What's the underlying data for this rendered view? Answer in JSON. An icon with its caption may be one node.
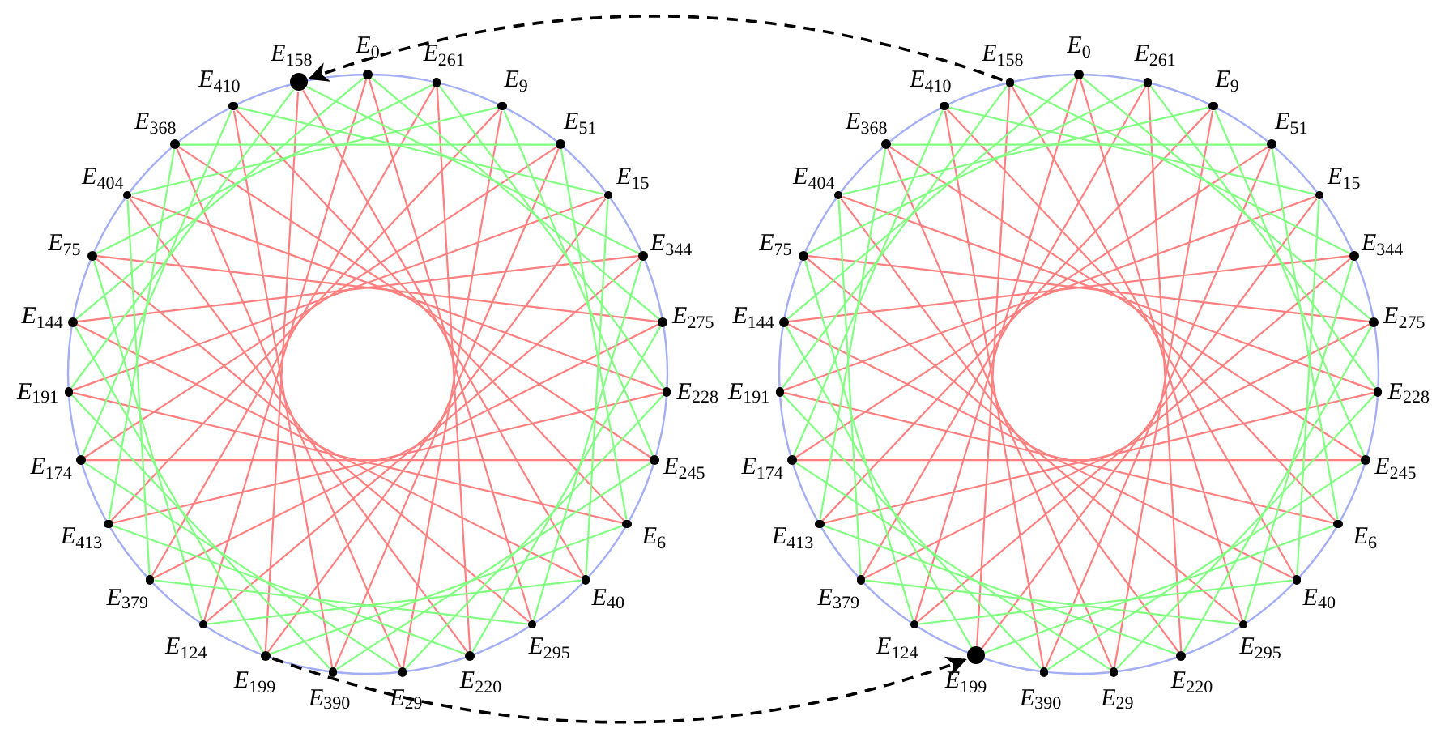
{
  "diagram": {
    "nodes": [
      {
        "text": [
          "*E*$_{0}$"
        ]
      },
      {
        "text": [
          "*E*$_{261}$"
        ]
      },
      {
        "text": [
          "*E*$_{9}$"
        ]
      },
      {
        "text": [
          "*E*$_{51}$"
        ]
      },
      {
        "text": [
          "*E*$_{15}$"
        ]
      },
      {
        "text": [
          "*E*$_{344}$"
        ]
      },
      {
        "text": [
          "*E*$_{275}$"
        ]
      },
      {
        "text": [
          "*E*$_{228}$"
        ]
      },
      {
        "text": [
          "*E*$_{245}$"
        ]
      },
      {
        "text": [
          "*E*$_{6}$"
        ]
      },
      {
        "text": [
          "*E*$_{40}$"
        ]
      },
      {
        "text": [
          "*E*$_{295}$"
        ]
      },
      {
        "text": [
          "*E*$_{220}$"
        ]
      },
      {
        "text": [
          "*E*$_{29}$"
        ]
      },
      {
        "text": [
          "*E*$_{390}$"
        ]
      },
      {
        "text": [
          "*E*$_{199}$"
        ]
      },
      {
        "text": [
          "*E*$_{124}$"
        ]
      },
      {
        "text": [
          "*E*$_{379}$"
        ]
      },
      {
        "text": [
          "*E*$_{413}$"
        ]
      },
      {
        "text": [
          "*E*$_{174}$"
        ]
      },
      {
        "text": [
          "*E*$_{191}$"
        ]
      },
      {
        "text": [
          "*E*$_{144}$"
        ]
      },
      {
        "text": [
          "*E*$_{75}$"
        ]
      },
      {
        "text": [
          "*E*$_{404}$"
        ]
      },
      {
        "text": [
          "*E*$_{368}$"
        ]
      },
      {
        "text": [
          "*E*$_{410}$"
        ]
      },
      {
        "text": [
          "*E*$_{158}$"
        ]
      },
      {
        "text": [
          "*E*$_{0}$"
        ]
      },
      {
        "text": [
          "*E*$_{261}$"
        ]
      },
      {
        "text": [
          "*E*$_{9}$"
        ]
      },
      {
        "text": [
          "*E*$_{51}$"
        ]
      },
      {
        "text": [
          "*E*$_{15}$"
        ]
      },
      {
        "text": [
          "*E*$_{344}$"
        ]
      },
      {
        "text": [
          "*E*$_{275}$"
        ]
      },
      {
        "text": [
          "*E*$_{228}$"
        ]
      },
      {
        "text": [
          "*E*$_{245}$"
        ]
      },
      {
        "text": [
          "*E*$_{6}$"
        ]
      },
      {
        "text": [
          "*E*$_{40}$"
        ]
      },
      {
        "text": [
          "*E*$_{295}$"
        ]
      },
      {
        "text": [
          "*E*$_{220}$"
        ]
      },
      {
        "text": [
          "*E*$_{29}$"
        ]
      },
      {
        "text": [
          "*E*$_{390}$"
        ]
      },
      {
        "text": [
          "*E*$_{199}$"
        ]
      },
      {
        "text": [
          "*E*$_{124}$"
        ]
      },
      {
        "text": [
          "*E*$_{379}$"
        ]
      },
      {
        "text": [
          "*E*$_{413}$"
        ]
      },
      {
        "text": [
          "*E*$_{174}$"
        ]
      },
      {
        "text": [
          "*E*$_{191}$"
        ]
      },
      {
        "text": [
          "*E*$_{144}$"
        ]
      },
      {
        "text": [
          "*E*$_{75}$"
        ]
      },
      {
        "text": [
          "*E*$_{404}$"
        ]
      },
      {
        "text": [
          "*E*$_{368}$"
        ]
      },
      {
        "text": [
          "*E*$_{410}$"
        ]
      },
      {
        "text": [
          "*E*$_{158}$"
        ]
      }
    ],
    "edges": [
      {
        "from": 0,
        "to": 11,
        "arrow": "none",
        "color": "#ff7f7f"
      },
      {
        "from": 1,
        "to": 12,
        "arrow": "none",
        "color": "#ff7f7f"
      },
      {
        "from": 2,
        "to": 13,
        "arrow": "none",
        "color": "#ff7f7f"
      },
      {
        "from": 3,
        "to": 14,
        "arrow": "none",
        "color": "#ff7f7f"
      },
      {
        "from": 4,
        "to": 15,
        "arrow": "none",
        "color": "#ff7f7f"
      },
      {
        "from": 5,
        "to": 16,
        "arrow": "none",
        "color": "#ff7f7f"
      },
      {
        "from": 6,
        "to": 17,
        "arrow": "none",
        "color": "#ff7f7f"
      },
      {
        "from": 7,
        "to": 18,
        "arrow": "none",
        "color": "#ff7f7f"
      },
      {
        "from": 8,
        "to": 19,
        "arrow": "none",
        "color": "#ff7f7f"
      },
      {
        "from": 9,
        "to": 20,
        "arrow": "none",
        "color": "#ff7f7f"
      },
      {
        "from": 10,
        "to": 21,
        "arrow": "none",
        "color": "#ff7f7f"
      },
      {
        "from": 11,
        "to": 22,
        "arrow": "none",
        "color": "#ff7f7f"
      },
      {
        "from": 12,
        "to": 23,
        "arrow": "none",
        "color": "#ff7f7f"
      },
      {
        "from": 13,
        "to": 24,
        "arrow": "none",
        "color": "#ff7f7f"
      },
      {
        "from": 14,
        "to": 25,
        "arrow": "none",
        "color": "#ff7f7f"
      },
      {
        "from": 15,
        "to": 26,
        "arrow": "none",
        "color": "#ff7f7f"
      },
      {
        "from": 16,
        "to": 0,
        "arrow": "none",
        "color": "#ff7f7f"
      },
      {
        "from": 17,
        "to": 1,
        "arrow": "none",
        "color": "#ff7f7f"
      },
      {
        "from": 18,
        "to": 2,
        "arrow": "none",
        "color": "#ff7f7f"
      },
      {
        "from": 19,
        "to": 3,
        "arrow": "none",
        "color": "#ff7f7f"
      },
      {
        "from": 20,
        "to": 4,
        "arrow": "none",
        "color": "#ff7f7f"
      },
      {
        "from": 21,
        "to": 5,
        "arrow": "none",
        "color": "#ff7f7f"
      },
      {
        "from": 22,
        "to": 6,
        "arrow": "none",
        "color": "#ff7f7f"
      },
      {
        "from": 23,
        "to": 7,
        "arrow": "none",
        "color": "#ff7f7f"
      },
      {
        "from": 24,
        "to": 8,
        "arrow": "none",
        "color": "#ff7f7f"
      },
      {
        "from": 25,
        "to": 9,
        "arrow": "none",
        "color": "#ff7f7f"
      },
      {
        "from": 26,
        "to": 10,
        "arrow": "none",
        "color": "#ff7f7f"
      },
      {
        "from": 0,
        "to": 6,
        "arrow": "none",
        "color": "#80ff80"
      },
      {
        "from": 1,
        "to": 7,
        "arrow": "none",
        "color": "#80ff80"
      },
      {
        "from": 2,
        "to": 8,
        "arrow": "none",
        "color": "#80ff80"
      },
      {
        "from": 3,
        "to": 9,
        "arrow": "none",
        "color": "#80ff80"
      },
      {
        "from": 4,
        "to": 10,
        "arrow": "none",
        "color": "#80ff80"
      },
      {
        "from": 5,
        "to": 11,
        "arrow": "none",
        "color": "#80ff80"
      },
      {
        "from": 6,
        "to": 12,
        "arrow": "none",
        "color": "#80ff80"
      },
      {
        "from": 7,
        "to": 13,
        "arrow": "none",
        "color": "#80ff80"
      },
      {
        "from": 8,
        "to": 14,
        "arrow": "none",
        "color": "#80ff80"
      },
      {
        "from": 9,
        "to": 15,
        "arrow": "none",
        "color": "#80ff80"
      },
      {
        "from": 10,
        "to": 16,
        "arrow": "none",
        "color": "#80ff80"
      },
      {
        "from": 11,
        "to": 17,
        "arrow": "none",
        "color": "#80ff80"
      },
      {
        "from": 12,
        "to": 18,
        "arrow": "none",
        "color": "#80ff80"
      },
      {
        "from": 13,
        "to": 19,
        "arrow": "none",
        "color": "#80ff80"
      },
      {
        "from": 14,
        "to": 20,
        "arrow": "none",
        "color": "#80ff80"
      },
      {
        "from": 15,
        "to": 21,
        "arrow": "none",
        "color": "#80ff80"
      },
      {
        "from": 16,
        "to": 22,
        "arrow": "none",
        "color": "#80ff80"
      },
      {
        "from": 17,
        "to": 23,
        "arrow": "none",
        "color": "#80ff80"
      },
      {
        "from": 18,
        "to": 24,
        "arrow": "none",
        "color": "#80ff80"
      },
      {
        "from": 19,
        "to": 25,
        "arrow": "none",
        "color": "#80ff80"
      },
      {
        "from": 20,
        "to": 26,
        "arrow": "none",
        "color": "#80ff80"
      },
      {
        "from": 21,
        "to": 0,
        "arrow": "none",
        "color": "#80ff80"
      },
      {
        "from": 22,
        "to": 1,
        "arrow": "none",
        "color": "#80ff80"
      },
      {
        "from": 23,
        "to": 2,
        "arrow": "none",
        "color": "#80ff80"
      },
      {
        "from": 24,
        "to": 3,
        "arrow": "none",
        "color": "#80ff80"
      },
      {
        "from": 25,
        "to": 4,
        "arrow": "none",
        "color": "#80ff80"
      },
      {
        "from": 26,
        "to": 5,
        "arrow": "none",
        "color": "#80ff80"
      },
      {
        "from": 27,
        "to": 38,
        "arrow": "none",
        "color": "#ff7f7f"
      },
      {
        "from": 28,
        "to": 39,
        "arrow": "none",
        "color": "#ff7f7f"
      },
      {
        "from": 29,
        "to": 40,
        "arrow": "none",
        "color": "#ff7f7f"
      },
      {
        "from": 30,
        "to": 41,
        "arrow": "none",
        "color": "#ff7f7f"
      },
      {
        "from": 31,
        "to": 42,
        "arrow": "none",
        "color": "#ff7f7f"
      },
      {
        "from": 32,
        "to": 43,
        "arrow": "none",
        "color": "#ff7f7f"
      },
      {
        "from": 33,
        "to": 44,
        "arrow": "none",
        "color": "#ff7f7f"
      },
      {
        "from": 34,
        "to": 45,
        "arrow": "none",
        "color": "#ff7f7f"
      },
      {
        "from": 35,
        "to": 46,
        "arrow": "none",
        "color": "#ff7f7f"
      },
      {
        "from": 36,
        "to": 47,
        "arrow": "none",
        "color": "#ff7f7f"
      },
      {
        "from": 37,
        "to": 48,
        "arrow": "none",
        "color": "#ff7f7f"
      },
      {
        "from": 38,
        "to": 49,
        "arrow": "none",
        "color": "#ff7f7f"
      },
      {
        "from": 39,
        "to": 50,
        "arrow": "none",
        "color": "#ff7f7f"
      },
      {
        "from": 40,
        "to": 51,
        "arrow": "none",
        "color": "#ff7f7f"
      },
      {
        "from": 41,
        "to": 52,
        "arrow": "none",
        "color": "#ff7f7f"
      },
      {
        "from": 42,
        "to": 53,
        "arrow": "none",
        "color": "#ff7f7f"
      },
      {
        "from": 43,
        "to": 27,
        "arrow": "none",
        "color": "#ff7f7f"
      },
      {
        "from": 44,
        "to": 28,
        "arrow": "none",
        "color": "#ff7f7f"
      },
      {
        "from": 45,
        "to": 29,
        "arrow": "none",
        "color": "#ff7f7f"
      },
      {
        "from": 46,
        "to": 30,
        "arrow": "none",
        "color": "#ff7f7f"
      },
      {
        "from": 47,
        "to": 31,
        "arrow": "none",
        "color": "#ff7f7f"
      },
      {
        "from": 48,
        "to": 32,
        "arrow": "none",
        "color": "#ff7f7f"
      },
      {
        "from": 49,
        "to": 33,
        "arrow": "none",
        "color": "#ff7f7f"
      },
      {
        "from": 50,
        "to": 34,
        "arrow": "none",
        "color": "#ff7f7f"
      },
      {
        "from": 51,
        "to": 35,
        "arrow": "none",
        "color": "#ff7f7f"
      },
      {
        "from": 52,
        "to": 36,
        "arrow": "none",
        "color": "#ff7f7f"
      },
      {
        "from": 53,
        "to": 37,
        "arrow": "none",
        "color": "#ff7f7f"
      },
      {
        "from": 27,
        "to": 33,
        "arrow": "none",
        "color": "#80ff80"
      },
      {
        "from": 28,
        "to": 34,
        "arrow": "none",
        "color": "#80ff80"
      },
      {
        "from": 29,
        "to": 35,
        "arrow": "none",
        "color": "#80ff80"
      },
      {
        "from": 30,
        "to": 36,
        "arrow": "none",
        "color": "#80ff80"
      },
      {
        "from": 31,
        "to": 37,
        "arrow": "none",
        "color": "#80ff80"
      },
      {
        "from": 32,
        "to": 38,
        "arrow": "none",
        "color": "#80ff80"
      },
      {
        "from": 33,
        "to": 39,
        "arrow": "none",
        "color": "#80ff80"
      },
      {
        "from": 34,
        "to": 40,
        "arrow": "none",
        "color": "#80ff80"
      },
      {
        "from": 35,
        "to": 41,
        "arrow": "none",
        "color": "#80ff80"
      },
      {
        "from": 36,
        "to": 42,
        "arrow": "none",
        "color": "#80ff80"
      },
      {
        "from": 37,
        "to": 43,
        "arrow": "none",
        "color": "#80ff80"
      },
      {
        "from": 38,
        "to": 44,
        "arrow": "none",
        "color": "#80ff80"
      },
      {
        "from": 39,
        "to": 45,
        "arrow": "none",
        "color": "#80ff80"
      },
      {
        "from": 40,
        "to": 46,
        "arrow": "none",
        "color": "#80ff80"
      },
      {
        "from": 41,
        "to": 47,
        "arrow": "none",
        "color": "#80ff80"
      },
      {
        "from": 42,
        "to": 48,
        "arrow": "none",
        "color": "#80ff80"
      },
      {
        "from": 43,
        "to": 49,
        "arrow": "none",
        "color": "#80ff80"
      },
      {
        "from": 44,
        "to": 50,
        "arrow": "none",
        "color": "#80ff80"
      },
      {
        "from": 45,
        "to": 51,
        "arrow": "none",
        "color": "#80ff80"
      },
      {
        "from": 46,
        "to": 52,
        "arrow": "none",
        "color": "#80ff80"
      },
      {
        "from": 47,
        "to": 53,
        "arrow": "none",
        "color": "#80ff80"
      },
      {
        "from": 48,
        "to": 27,
        "arrow": "none",
        "color": "#80ff80"
      },
      {
        "from": 49,
        "to": 28,
        "arrow": "none",
        "color": "#80ff80"
      },
      {
        "from": 50,
        "to": 29,
        "arrow": "none",
        "color": "#80ff80"
      },
      {
        "from": 51,
        "to": 30,
        "arrow": "none",
        "color": "#80ff80"
      },
      {
        "from": 52,
        "to": 31,
        "arrow": "none",
        "color": "#80ff80"
      },
      {
        "from": 53,
        "to": 32,
        "arrow": "none",
        "color": "#80ff80"
      },
      {
        "from": 53,
        "to": 26,
        "arrow": "to",
        "style": "dashed",
        "color": "#000000"
      },
      {
        "from": 15,
        "to": 42,
        "arrow": "to",
        "style": "dashed",
        "color": "#000000"
      }
    ]
  }
}
